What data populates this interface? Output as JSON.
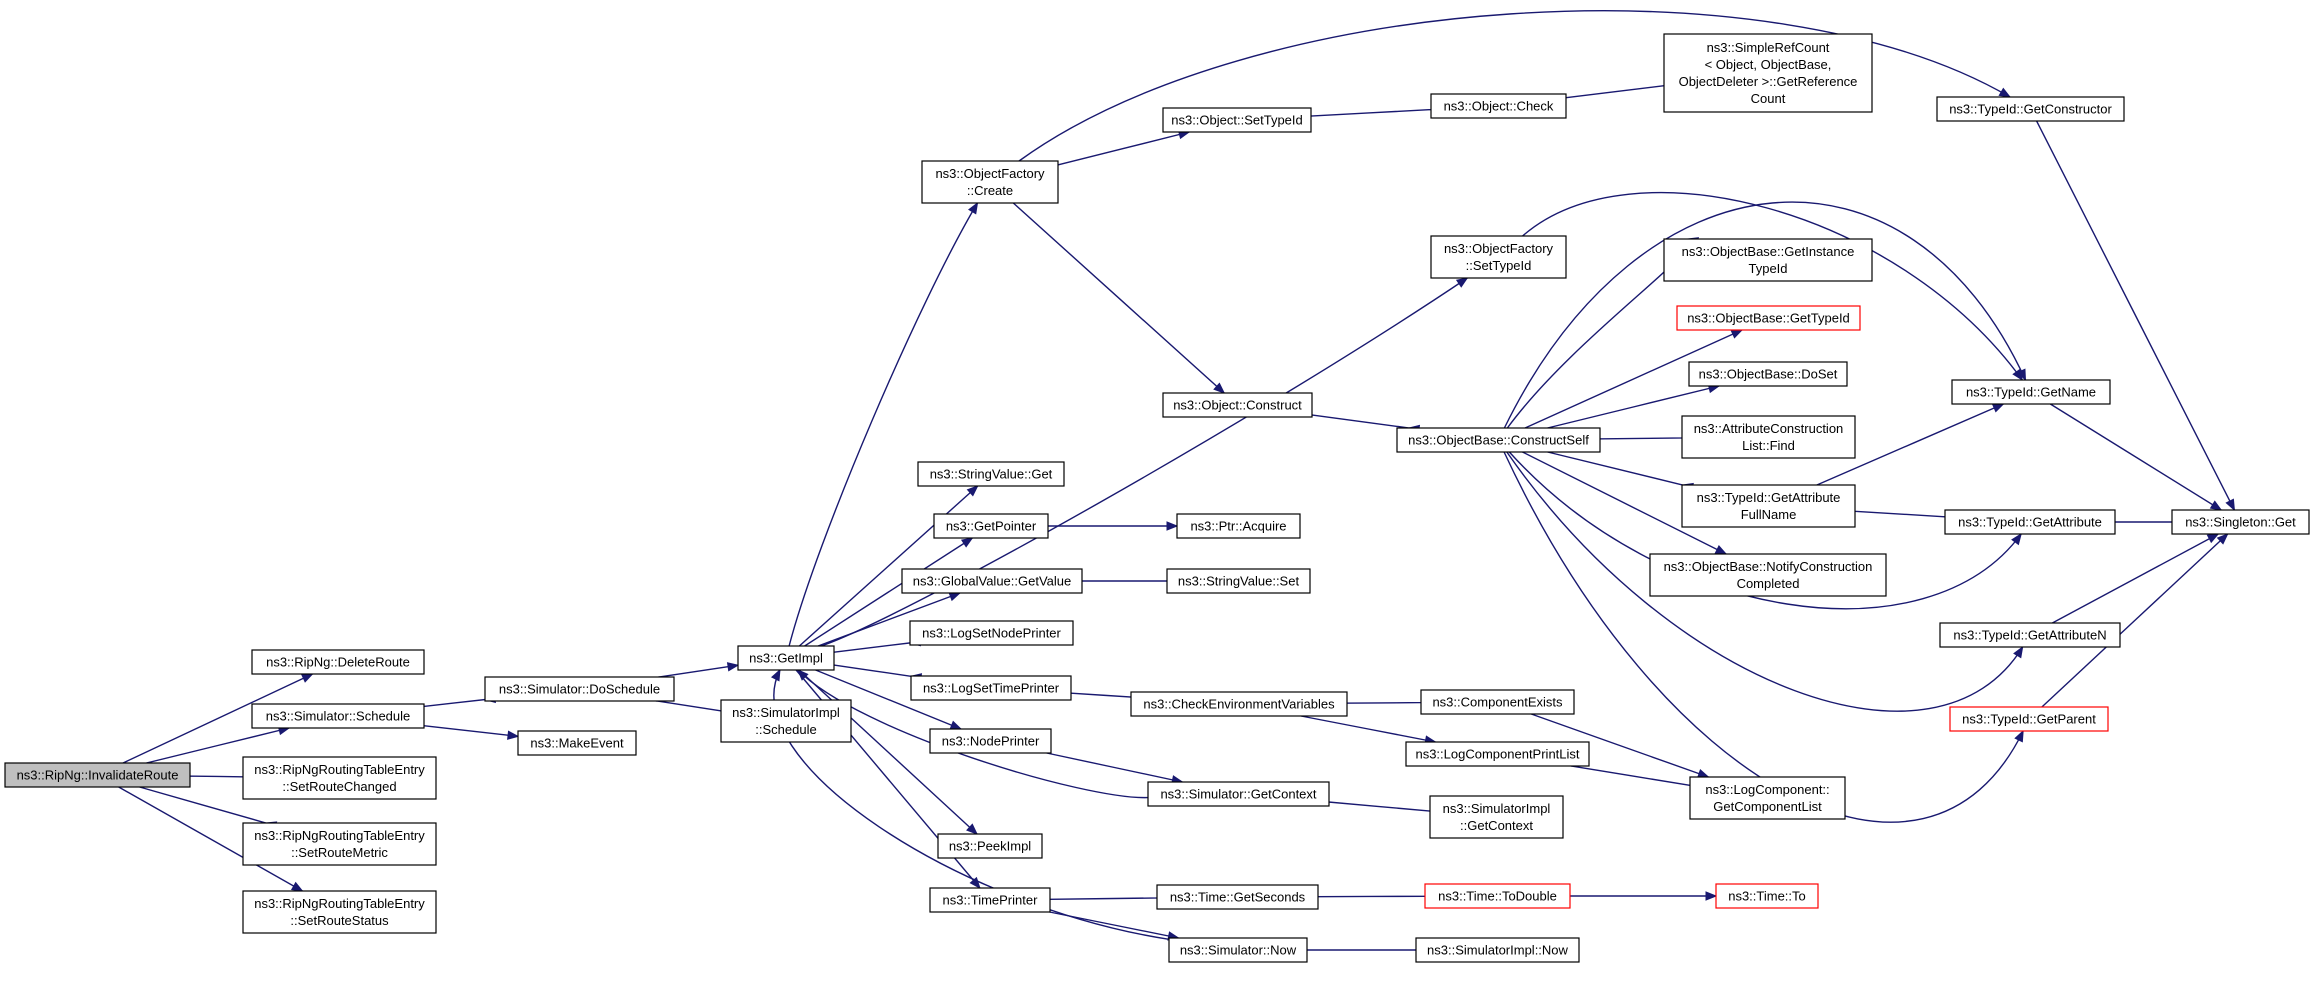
{
  "diagram": {
    "edge_color": "#191970",
    "nodes": [
      {
        "id": "invalidate",
        "lines": [
          "ns3::RipNg::InvalidateRoute"
        ],
        "style": "root"
      },
      {
        "id": "deleteroute",
        "lines": [
          "ns3::RipNg::DeleteRoute"
        ]
      },
      {
        "id": "schedule",
        "lines": [
          "ns3::Simulator::Schedule"
        ]
      },
      {
        "id": "setroutechanged",
        "lines": [
          "ns3::RipNgRoutingTableEntry",
          "::SetRouteChanged"
        ]
      },
      {
        "id": "setroutemetric",
        "lines": [
          "ns3::RipNgRoutingTableEntry",
          "::SetRouteMetric"
        ]
      },
      {
        "id": "setroutestatus",
        "lines": [
          "ns3::RipNgRoutingTableEntry",
          "::SetRouteStatus"
        ]
      },
      {
        "id": "doschedule",
        "lines": [
          "ns3::Simulator::DoSchedule"
        ]
      },
      {
        "id": "makeevent",
        "lines": [
          "ns3::MakeEvent"
        ]
      },
      {
        "id": "getimpl",
        "lines": [
          "ns3::GetImpl"
        ]
      },
      {
        "id": "simimplschedule",
        "lines": [
          "ns3::SimulatorImpl",
          "::Schedule"
        ]
      },
      {
        "id": "objfactcreate",
        "lines": [
          "ns3::ObjectFactory",
          "::Create"
        ]
      },
      {
        "id": "stringvalueget",
        "lines": [
          "ns3::StringValue::Get"
        ]
      },
      {
        "id": "getpointer",
        "lines": [
          "ns3::GetPointer"
        ]
      },
      {
        "id": "globalvalueget",
        "lines": [
          "ns3::GlobalValue::GetValue"
        ]
      },
      {
        "id": "logsetnodeprinter",
        "lines": [
          "ns3::LogSetNodePrinter"
        ]
      },
      {
        "id": "logsettimeprinter",
        "lines": [
          "ns3::LogSetTimePrinter"
        ]
      },
      {
        "id": "nodeprinter",
        "lines": [
          "ns3::NodePrinter"
        ]
      },
      {
        "id": "peekimpl",
        "lines": [
          "ns3::PeekImpl"
        ]
      },
      {
        "id": "timeprinter",
        "lines": [
          "ns3::TimePrinter"
        ]
      },
      {
        "id": "objsettypeid",
        "lines": [
          "ns3::Object::SetTypeId"
        ]
      },
      {
        "id": "objconstruct",
        "lines": [
          "ns3::Object::Construct"
        ]
      },
      {
        "id": "ptracquire",
        "lines": [
          "ns3::Ptr::Acquire"
        ]
      },
      {
        "id": "stringvalueset",
        "lines": [
          "ns3::StringValue::Set"
        ]
      },
      {
        "id": "checkenv",
        "lines": [
          "ns3::CheckEnvironmentVariables"
        ]
      },
      {
        "id": "simgetcontext",
        "lines": [
          "ns3::Simulator::GetContext"
        ]
      },
      {
        "id": "timegetseconds",
        "lines": [
          "ns3::Time::GetSeconds"
        ]
      },
      {
        "id": "simnow",
        "lines": [
          "ns3::Simulator::Now"
        ]
      },
      {
        "id": "objcheck",
        "lines": [
          "ns3::Object::Check"
        ]
      },
      {
        "id": "objfactsettypeid",
        "lines": [
          "ns3::ObjectFactory",
          "::SetTypeId"
        ]
      },
      {
        "id": "constructself",
        "lines": [
          "ns3::ObjectBase::ConstructSelf"
        ]
      },
      {
        "id": "componentexists",
        "lines": [
          "ns3::ComponentExists"
        ]
      },
      {
        "id": "logcompprintlist",
        "lines": [
          "ns3::LogComponentPrintList"
        ]
      },
      {
        "id": "simimplgetcontext",
        "lines": [
          "ns3::SimulatorImpl",
          "::GetContext"
        ]
      },
      {
        "id": "timetodouble",
        "lines": [
          "ns3::Time::ToDouble"
        ],
        "style": "red"
      },
      {
        "id": "simimplnow",
        "lines": [
          "ns3::SimulatorImpl::Now"
        ]
      },
      {
        "id": "simplerefcount",
        "lines": [
          "ns3::SimpleRefCount",
          "< Object, ObjectBase,",
          "ObjectDeleter >::GetReference",
          "Count"
        ]
      },
      {
        "id": "getinstancetypeid",
        "lines": [
          "ns3::ObjectBase::GetInstance",
          "TypeId"
        ]
      },
      {
        "id": "objbasegettypeid",
        "lines": [
          "ns3::ObjectBase::GetTypeId"
        ],
        "style": "red"
      },
      {
        "id": "doset",
        "lines": [
          "ns3::ObjectBase::DoSet"
        ]
      },
      {
        "id": "attrconstrfind",
        "lines": [
          "ns3::AttributeConstruction",
          "List::Find"
        ]
      },
      {
        "id": "getattrfullname",
        "lines": [
          "ns3::TypeId::GetAttribute",
          "FullName"
        ]
      },
      {
        "id": "notifyconstr",
        "lines": [
          "ns3::ObjectBase::NotifyConstruction",
          "Completed"
        ]
      },
      {
        "id": "logcompgetlist",
        "lines": [
          "ns3::LogComponent::",
          "GetComponentList"
        ]
      },
      {
        "id": "timeto",
        "lines": [
          "ns3::Time::To"
        ],
        "style": "red"
      },
      {
        "id": "getconstructor",
        "lines": [
          "ns3::TypeId::GetConstructor"
        ]
      },
      {
        "id": "getname",
        "lines": [
          "ns3::TypeId::GetName"
        ]
      },
      {
        "id": "getattribute",
        "lines": [
          "ns3::TypeId::GetAttribute"
        ]
      },
      {
        "id": "getattributen",
        "lines": [
          "ns3::TypeId::GetAttributeN"
        ]
      },
      {
        "id": "getparent",
        "lines": [
          "ns3::TypeId::GetParent"
        ],
        "style": "red"
      },
      {
        "id": "singletonget",
        "lines": [
          "ns3::Singleton::Get"
        ]
      }
    ],
    "edges": [
      [
        "invalidate",
        "deleteroute"
      ],
      [
        "invalidate",
        "schedule"
      ],
      [
        "invalidate",
        "setroutechanged"
      ],
      [
        "invalidate",
        "setroutemetric"
      ],
      [
        "invalidate",
        "setroutestatus"
      ],
      [
        "schedule",
        "doschedule"
      ],
      [
        "schedule",
        "makeevent"
      ],
      [
        "doschedule",
        "getimpl"
      ],
      [
        "doschedule",
        "simimplschedule"
      ],
      [
        "getimpl",
        "objfactcreate"
      ],
      [
        "getimpl",
        "objfactsettypeid"
      ],
      [
        "getimpl",
        "stringvalueget"
      ],
      [
        "getimpl",
        "getpointer"
      ],
      [
        "getimpl",
        "globalvalueget"
      ],
      [
        "getimpl",
        "logsetnodeprinter"
      ],
      [
        "getimpl",
        "logsettimeprinter"
      ],
      [
        "getimpl",
        "nodeprinter"
      ],
      [
        "getimpl",
        "peekimpl"
      ],
      [
        "getimpl",
        "timeprinter"
      ],
      [
        "objfactcreate",
        "objsettypeid"
      ],
      [
        "objfactcreate",
        "objconstruct"
      ],
      [
        "objfactcreate",
        "getconstructor"
      ],
      [
        "objsettypeid",
        "objcheck"
      ],
      [
        "objcheck",
        "simplerefcount"
      ],
      [
        "objfactsettypeid",
        "getname"
      ],
      [
        "objconstruct",
        "constructself"
      ],
      [
        "constructself",
        "getinstancetypeid"
      ],
      [
        "constructself",
        "objbasegettypeid"
      ],
      [
        "constructself",
        "doset"
      ],
      [
        "constructself",
        "attrconstrfind"
      ],
      [
        "constructself",
        "getattrfullname"
      ],
      [
        "constructself",
        "notifyconstr"
      ],
      [
        "constructself",
        "getname"
      ],
      [
        "constructself",
        "getattribute"
      ],
      [
        "constructself",
        "getattributen"
      ],
      [
        "constructself",
        "getparent"
      ],
      [
        "getpointer",
        "ptracquire"
      ],
      [
        "globalvalueget",
        "stringvalueset"
      ],
      [
        "logsettimeprinter",
        "checkenv"
      ],
      [
        "nodeprinter",
        "simgetcontext"
      ],
      [
        "simgetcontext",
        "getimpl"
      ],
      [
        "simgetcontext",
        "simimplgetcontext"
      ],
      [
        "checkenv",
        "componentexists"
      ],
      [
        "checkenv",
        "logcompprintlist"
      ],
      [
        "componentexists",
        "logcompgetlist"
      ],
      [
        "logcompprintlist",
        "logcompgetlist"
      ],
      [
        "timeprinter",
        "timegetseconds"
      ],
      [
        "timeprinter",
        "simnow"
      ],
      [
        "timegetseconds",
        "timetodouble"
      ],
      [
        "timetodouble",
        "timeto"
      ],
      [
        "simnow",
        "getimpl"
      ],
      [
        "simnow",
        "simimplnow"
      ],
      [
        "getattrfullname",
        "getname"
      ],
      [
        "getattrfullname",
        "getattribute"
      ],
      [
        "getconstructor",
        "singletonget"
      ],
      [
        "getname",
        "singletonget"
      ],
      [
        "getattribute",
        "singletonget"
      ],
      [
        "getattributen",
        "singletonget"
      ],
      [
        "getparent",
        "singletonget"
      ]
    ]
  }
}
